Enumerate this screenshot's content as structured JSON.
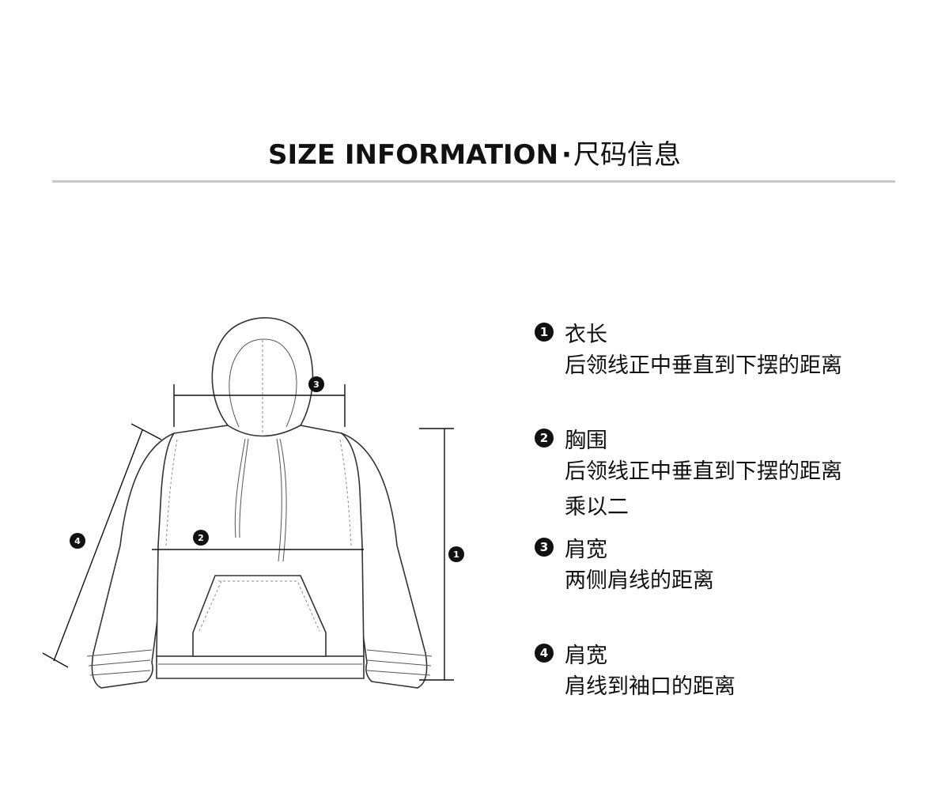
{
  "header": {
    "title_en": "SIZE INFORMATION",
    "title_sep": "·",
    "title_zh": "尺码信息"
  },
  "diagram": {
    "markers": [
      {
        "id": "1",
        "text": "1"
      },
      {
        "id": "2",
        "text": "2"
      },
      {
        "id": "3",
        "text": "3"
      },
      {
        "id": "4",
        "text": "4"
      }
    ]
  },
  "legend": {
    "items": [
      {
        "num": "1",
        "label": "衣长",
        "desc": [
          "后领线正中垂直到下摆的距离"
        ]
      },
      {
        "num": "2",
        "label": "胸围",
        "desc": [
          "后领线正中垂直到下摆的距离",
          "乘以二"
        ]
      },
      {
        "num": "3",
        "label": "肩宽",
        "desc": [
          "两侧肩线的距离"
        ]
      },
      {
        "num": "4",
        "label": "肩宽",
        "desc": [
          "肩线到袖口的距离"
        ]
      }
    ]
  },
  "colors": {
    "text": "#111111",
    "rule": "#c8c8c8",
    "outline": "#333333"
  },
  "icons": {
    "badge": "filled-circle-number"
  }
}
